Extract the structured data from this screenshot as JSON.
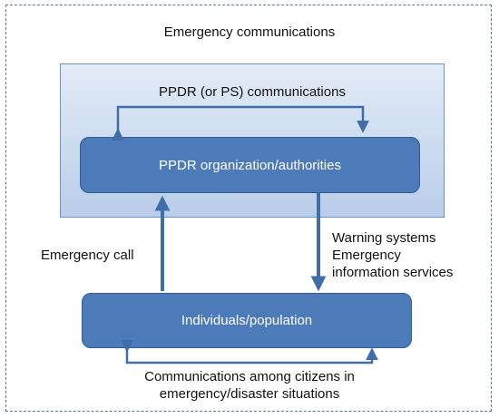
{
  "diagram": {
    "title": "Emergency communications",
    "ps_panel_label": "PPDR (or PS) communications",
    "ppdr_box": "PPDR organization/authorities",
    "individuals_box": "Individuals/population",
    "emergency_call": "Emergency call",
    "warning_lines": [
      "Warning systems",
      "Emergency",
      "information services"
    ],
    "citizens_lines": [
      "Communications among citizens in",
      "emergency/disaster situations"
    ],
    "colors": {
      "box_fill": "#4d7ab8",
      "box_border": "#2f5d96",
      "arrow": "#3f6ea8",
      "panel_top": "#e3ecf7",
      "panel_bottom": "#b9cde9",
      "frame": "#5b7a9a"
    }
  }
}
